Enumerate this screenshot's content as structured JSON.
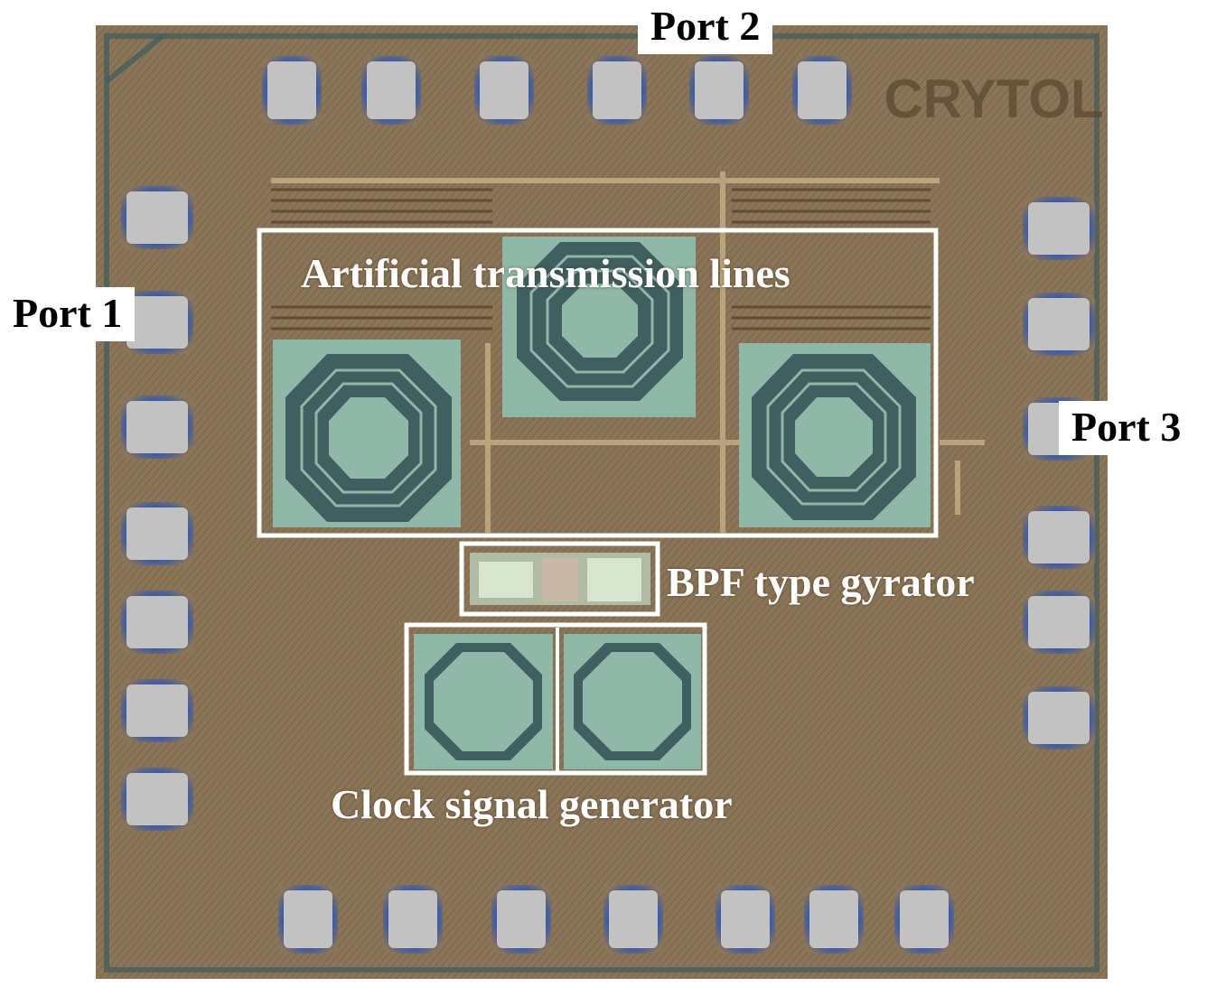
{
  "labels": {
    "port1": "Port 1",
    "port2": "Port 2",
    "port3": "Port 3",
    "atl": "Artificial transmission lines",
    "bpf": "BPF type gyrator",
    "clock": "Clock signal generator"
  },
  "marking": "CRYTOL",
  "colors": {
    "substrate": "#8a7558",
    "pad": "#c2c2c2",
    "pad_ring": "#3a5aa8",
    "inductor_bg": "#8fb8a8",
    "inductor_coil": "#3f5f60",
    "highlight_box": "#ffffff"
  }
}
